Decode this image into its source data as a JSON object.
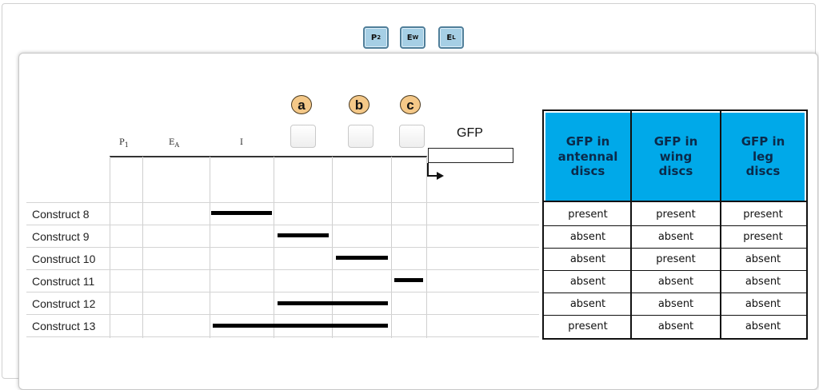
{
  "toolbar": {
    "tiles": [
      {
        "main": "P",
        "sub": "2"
      },
      {
        "main": "E",
        "sub": "W"
      },
      {
        "main": "E",
        "sub": "L"
      }
    ]
  },
  "diagram": {
    "site_labels": [
      "a",
      "b",
      "c"
    ],
    "headers": [
      {
        "main": "P",
        "sub": "1"
      },
      {
        "main": "E",
        "sub": "A"
      },
      {
        "main": "I",
        "sub": ""
      }
    ],
    "gfp_label": "GFP",
    "constructs": [
      {
        "label": "Construct 8"
      },
      {
        "label": "Construct 9"
      },
      {
        "label": "Construct 10"
      },
      {
        "label": "Construct 11"
      },
      {
        "label": "Construct 12"
      },
      {
        "label": "Construct 13"
      }
    ]
  },
  "results": {
    "header_color": "#00a9e9",
    "columns": [
      "GFP in\nantennal\ndiscs",
      "GFP in\nwing\ndiscs",
      "GFP in\nleg\ndiscs"
    ],
    "rows": [
      [
        "present",
        "present",
        "present"
      ],
      [
        "absent",
        "absent",
        "present"
      ],
      [
        "absent",
        "present",
        "absent"
      ],
      [
        "absent",
        "absent",
        "absent"
      ],
      [
        "absent",
        "absent",
        "absent"
      ],
      [
        "present",
        "absent",
        "absent"
      ]
    ]
  }
}
